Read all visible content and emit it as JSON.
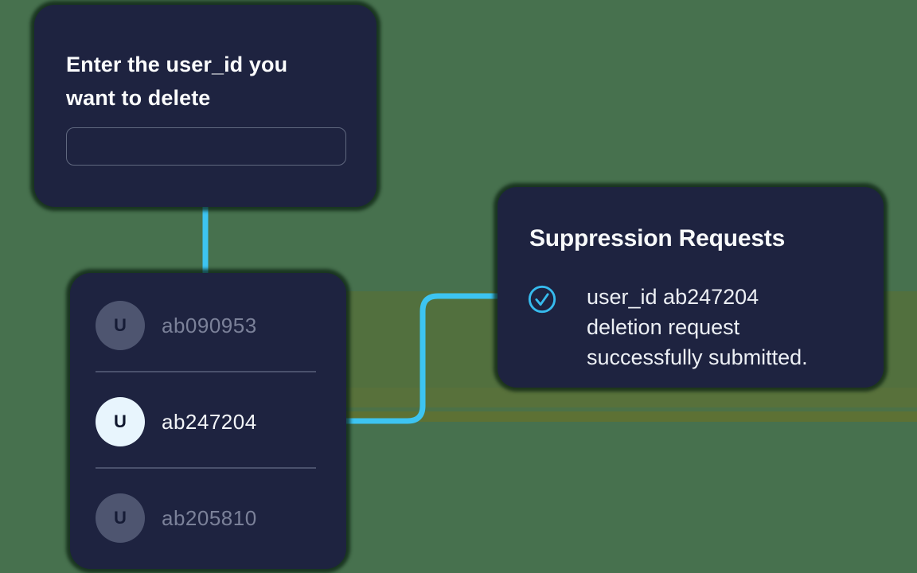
{
  "background": {
    "base_color": "#47714E",
    "stripe_colors": [
      "#52703E",
      "#58713B",
      "#4C7147",
      "#5D7134"
    ]
  },
  "colors": {
    "card_bg": "#1E2340",
    "accent_cyan": "#3DC4F1",
    "selected_avatar_bg": "#E8F5FD",
    "muted_text": "#7B8199",
    "white_text": "#FBFCFD",
    "divider": "#4A516C",
    "input_border": "#60687F"
  },
  "cards": {
    "input": {
      "title_lines": [
        "Enter the user_id you",
        "want to delete"
      ],
      "input_value": ""
    },
    "user_list": {
      "avatar_letter": "U",
      "users": [
        {
          "id": "ab090953",
          "selected": false
        },
        {
          "id": "ab247204",
          "selected": true
        },
        {
          "id": "ab205810",
          "selected": false
        }
      ]
    },
    "result": {
      "title": "Suppression Requests",
      "status_icon": "check-circle-icon",
      "message_lines": [
        "user_id ab247204",
        "deletion request",
        "successfully submitted."
      ]
    }
  }
}
